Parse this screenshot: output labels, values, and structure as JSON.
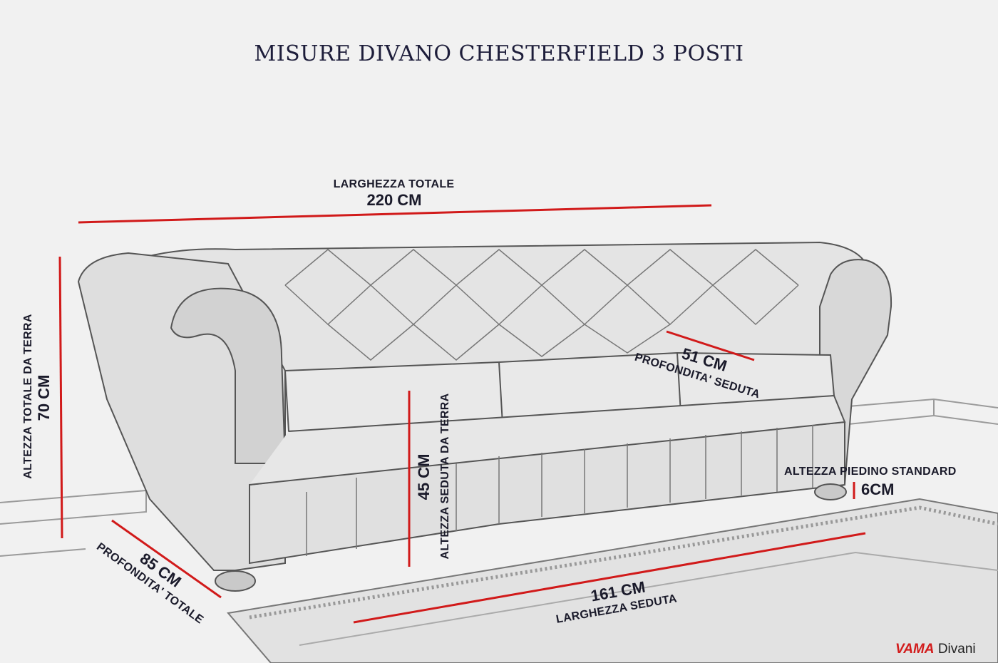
{
  "title": "MISURE DIVANO CHESTERFIELD 3 POSTI",
  "measures": {
    "width_total": {
      "label": "LARGHEZZA TOTALE",
      "value": "220 CM"
    },
    "height_total": {
      "label": "ALTEZZA TOTALE DA TERRA",
      "value": "70 CM"
    },
    "seat_depth": {
      "label": "PROFONDITA' SEDUTA",
      "value": "51 CM"
    },
    "seat_height": {
      "label": "ALTEZZA SEDUTA DA TERRA",
      "value": "45 CM"
    },
    "foot_height": {
      "label": "ALTEZZA PIEDINO STANDARD",
      "value": "6CM"
    },
    "depth_total": {
      "label": "PROFONDITA' TOTALE",
      "value": "85 CM"
    },
    "seat_width": {
      "label": "LARGHEZZA SEDUTA",
      "value": "161 CM"
    }
  },
  "brand": {
    "name": "VAMA",
    "suffix": "Divani"
  },
  "colors": {
    "dimension_line": "#d11a1a",
    "text": "#1a1a2a"
  }
}
